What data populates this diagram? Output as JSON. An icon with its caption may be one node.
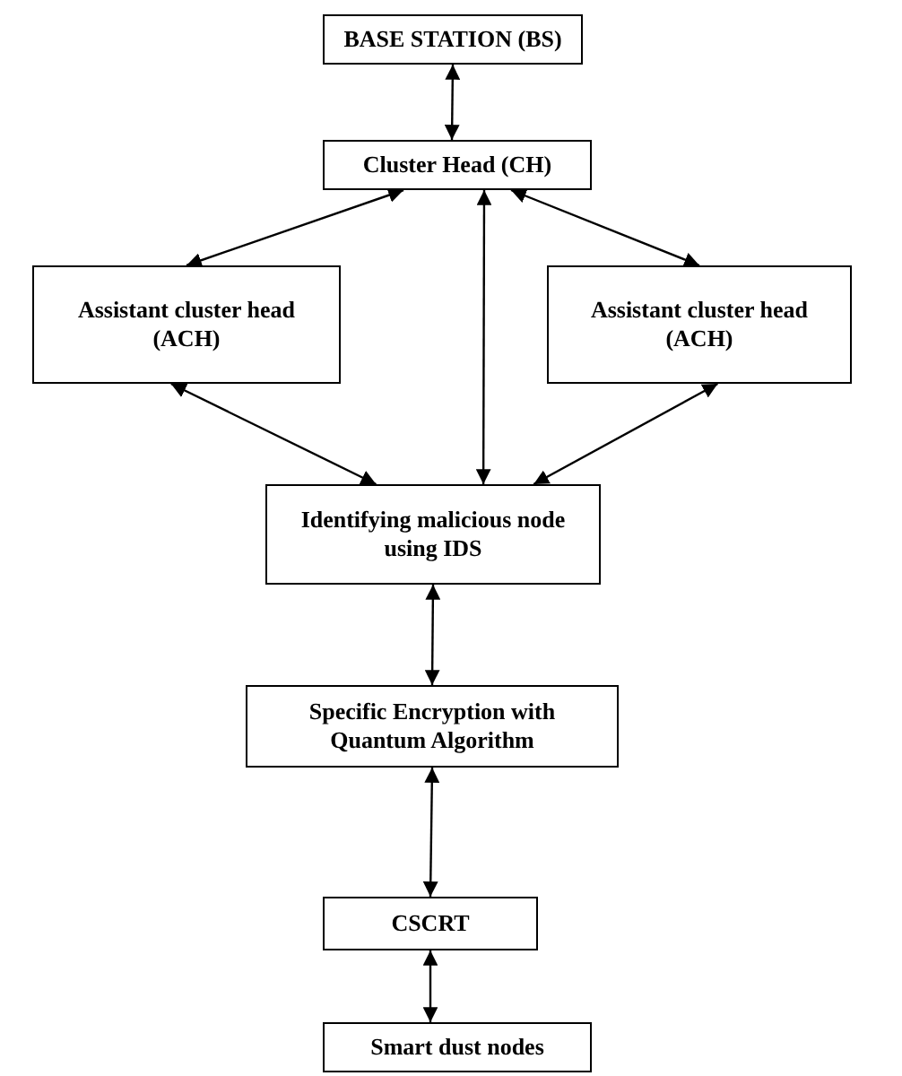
{
  "diagram": {
    "nodes": [
      {
        "text": [
          "BASE STATION (BS)"
        ]
      },
      {
        "text": [
          "Cluster Head (CH)"
        ]
      },
      {
        "text": [
          "Assistant cluster head (ACH)"
        ]
      },
      {
        "text": [
          "Assistant cluster head (ACH)"
        ]
      },
      {
        "text": [
          "Identifying malicious node using IDS"
        ]
      },
      {
        "text": [
          "Specific Encryption with Quantum Algorithm"
        ]
      },
      {
        "text": [
          "CSCRT"
        ]
      },
      {
        "text": [
          "Smart dust nodes"
        ]
      }
    ],
    "edges": [
      {
        "from": 0,
        "to": 1,
        "arrow": "both"
      },
      {
        "from": 1,
        "to": 2,
        "arrow": "both"
      },
      {
        "from": 1,
        "to": 3,
        "arrow": "both"
      },
      {
        "from": 1,
        "to": 4,
        "arrow": "both"
      },
      {
        "from": 2,
        "to": 4,
        "arrow": "both"
      },
      {
        "from": 3,
        "to": 4,
        "arrow": "both"
      },
      {
        "from": 4,
        "to": 5,
        "arrow": "both"
      },
      {
        "from": 5,
        "to": 6,
        "arrow": "both"
      },
      {
        "from": 6,
        "to": 7,
        "arrow": "both"
      }
    ]
  }
}
